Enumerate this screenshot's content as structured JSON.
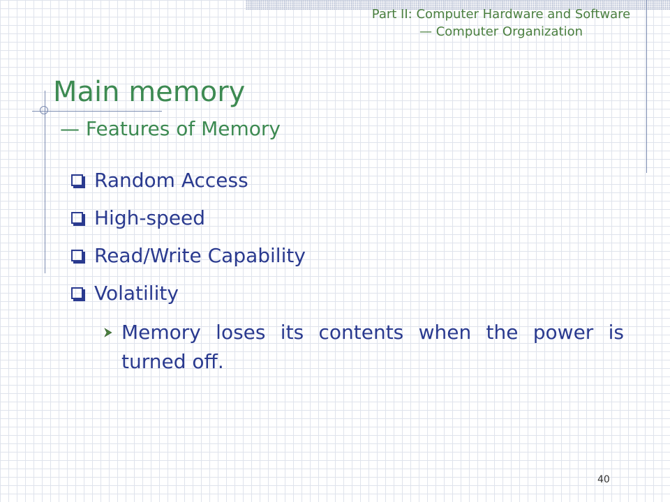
{
  "header": {
    "line1": "Part II: Computer Hardware and Software",
    "line2": "— Computer Organization"
  },
  "slide": {
    "title": "Main memory",
    "subtitle": "— Features of Memory",
    "bullets": [
      "Random Access",
      "High-speed",
      "Read/Write Capability",
      "Volatility"
    ],
    "sub_bullet": "Memory loses its contents when the power is turned off.",
    "page_number": "40"
  },
  "icons": {
    "bullet": "square-bullet-icon",
    "sub_bullet": "arrowhead-bullet-icon"
  },
  "colors": {
    "title": "#3d8a52",
    "header": "#4a7f3f",
    "body_text": "#2a3a8f",
    "grid": "#dfe3ec"
  }
}
